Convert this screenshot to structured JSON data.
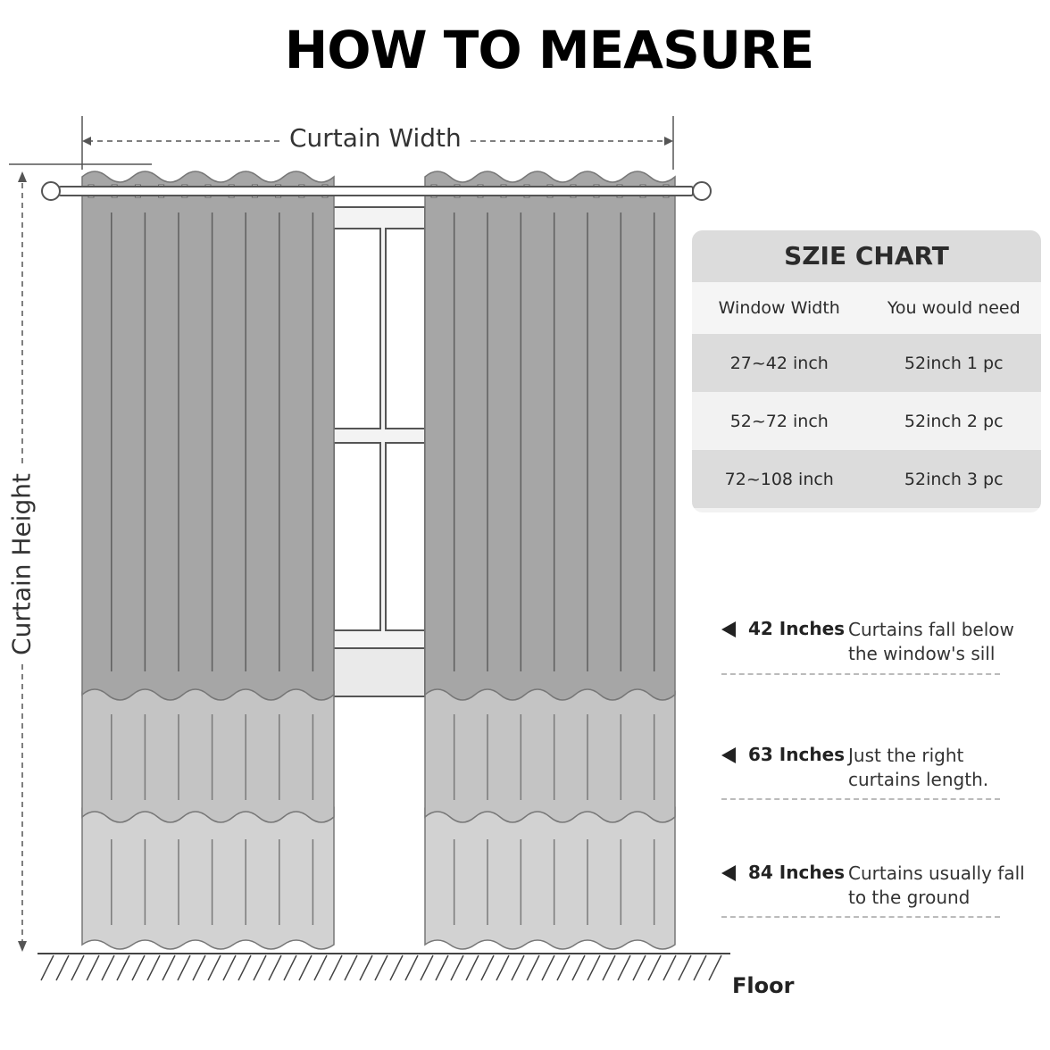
{
  "title": "HOW TO MEASURE",
  "labels": {
    "curtain_width": "Curtain Width",
    "curtain_height": "Curtain Height",
    "floor": "Floor"
  },
  "size_chart": {
    "title": "SZIE CHART",
    "headers": [
      "Window Width",
      "You would need"
    ],
    "rows": [
      [
        "27~42 inch",
        "52inch 1 pc"
      ],
      [
        "52~72 inch",
        "52inch 2 pc"
      ],
      [
        "72~108 inch",
        "52inch 3 pc"
      ]
    ]
  },
  "lengths": [
    {
      "inches": "42 Inches",
      "description": "Curtains fall below the window's sill"
    },
    {
      "inches": "63 Inches",
      "description": "Just the right curtains length."
    },
    {
      "inches": "84 Inches",
      "description": "Curtains usually fall to the ground"
    }
  ],
  "colors": {
    "curtain_42": "#a6a6a6",
    "curtain_63": "#c4c4c4",
    "curtain_84": "#d2d2d2",
    "chart_header": "#dcdcdc"
  }
}
